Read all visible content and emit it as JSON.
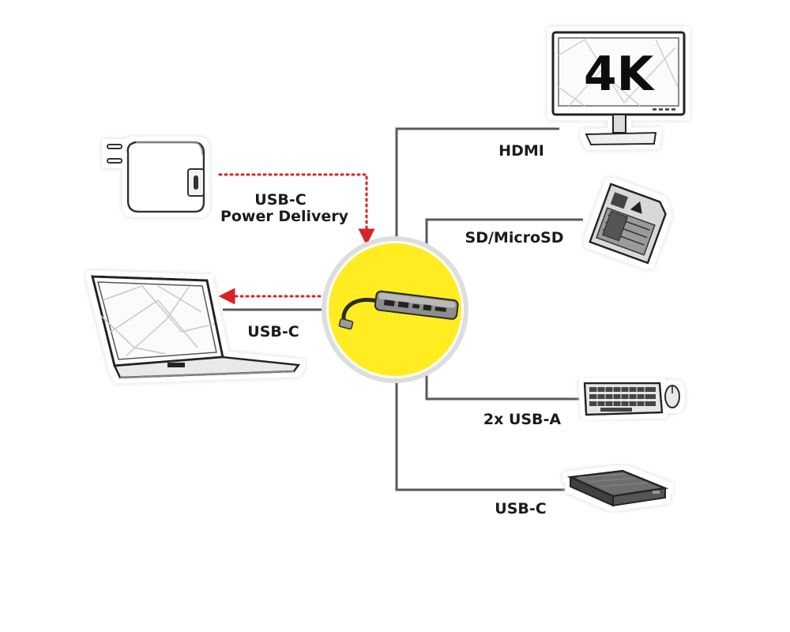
{
  "labels": {
    "power": "USB-C",
    "power_line2": "Power Delivery",
    "laptop": "USB-C",
    "hdmi": "HDMI",
    "sd": "SD/MicroSD",
    "usba": "2x USB-A",
    "usbc_out": "USB-C"
  },
  "monitor_text": "4K",
  "colors": {
    "hub_circle": "#ffed21",
    "arrow": "#d6232a",
    "wire": "#5a5a5a"
  },
  "icons": [
    "power-adapter-icon",
    "laptop-icon",
    "usb-c-hub-icon",
    "monitor-4k-icon",
    "sd-card-icon",
    "keyboard-mouse-icon",
    "external-drive-icon"
  ]
}
